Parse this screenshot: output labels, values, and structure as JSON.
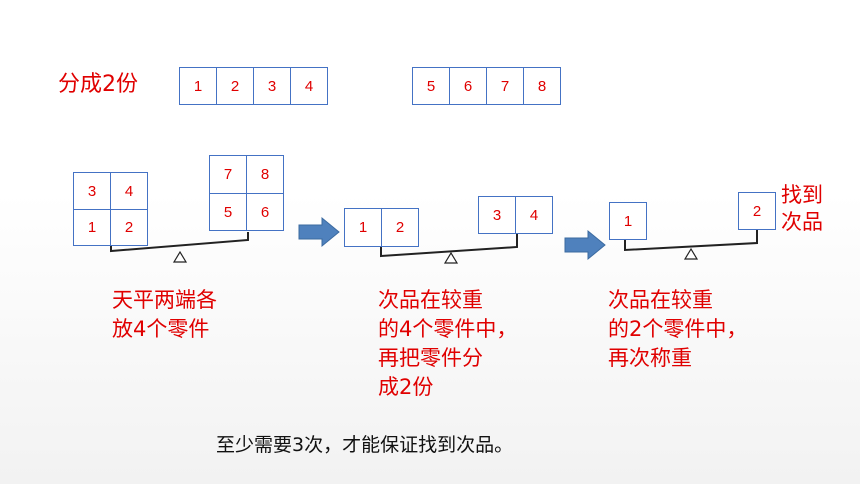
{
  "split_label": "分成2份",
  "split_group_a": [
    "1",
    "2",
    "3",
    "4"
  ],
  "split_group_b": [
    "5",
    "6",
    "7",
    "8"
  ],
  "step1": {
    "left_pan": [
      "3",
      "4",
      "1",
      "2"
    ],
    "right_pan": [
      "7",
      "8",
      "5",
      "6"
    ],
    "caption_lines": [
      "天平两端各",
      "放4个零件"
    ]
  },
  "step2": {
    "left_pan": [
      "1",
      "2"
    ],
    "right_pan": [
      "3",
      "4"
    ],
    "caption_lines": [
      "次品在较重",
      "的4个零件中，",
      "再把零件分",
      "成2份"
    ]
  },
  "step3": {
    "left_pan": [
      "1"
    ],
    "right_pan": [
      "2"
    ],
    "found_label_lines": [
      "找到",
      "次品"
    ],
    "caption_lines": [
      "次品在较重",
      "的2个零件中，",
      "再次称重"
    ]
  },
  "conclusion": "至少需要3次，才能保证找到次品。",
  "colors": {
    "box_border": "#4472c4",
    "text_red": "#e00000",
    "arrow": "#4f81bd"
  }
}
